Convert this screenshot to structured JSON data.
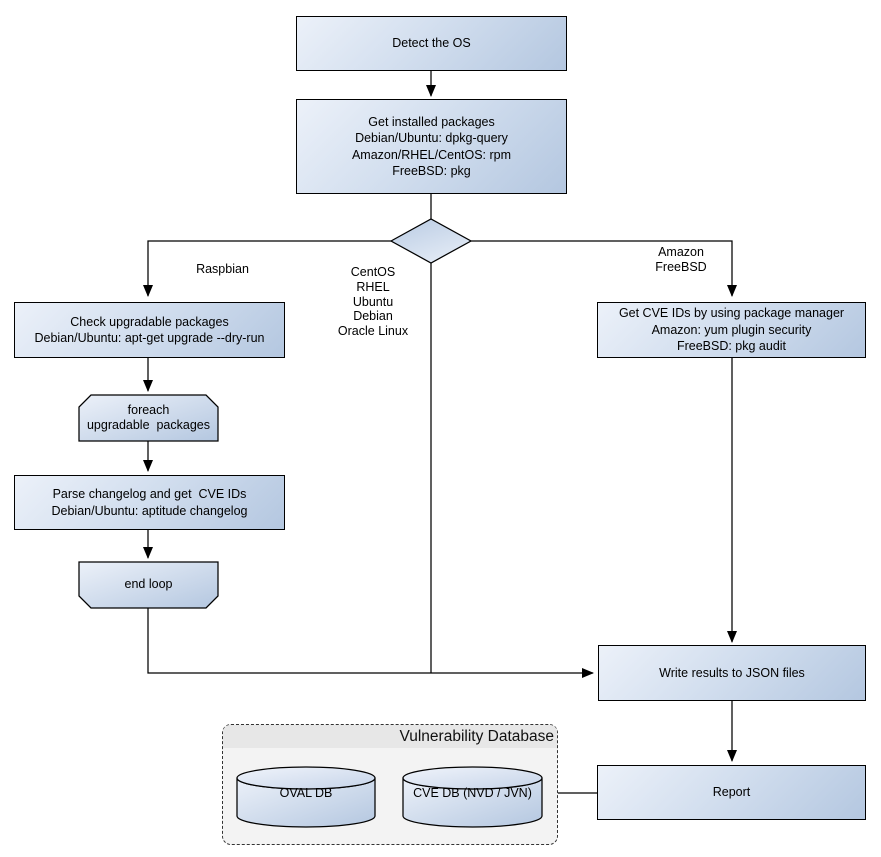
{
  "nodes": {
    "detect_os": {
      "lines": [
        "Detect the OS"
      ]
    },
    "get_installed_packages": {
      "lines": [
        "Get installed packages",
        "Debian/Ubuntu: dpkg-query",
        "Amazon/RHEL/CentOS: rpm",
        "FreeBSD: pkg"
      ]
    },
    "check_upgradable": {
      "lines": [
        "Check upgradable packages",
        "Debian/Ubuntu: apt-get upgrade --dry-run"
      ]
    },
    "foreach_loop": {
      "lines": [
        "foreach",
        "upgradable  packages"
      ]
    },
    "parse_changelog": {
      "lines": [
        "Parse changelog and get  CVE IDs",
        "Debian/Ubuntu: aptitude changelog"
      ]
    },
    "end_loop": {
      "lines": [
        "end loop"
      ]
    },
    "get_cve_ids": {
      "lines": [
        "Get CVE IDs by using package manager",
        "Amazon: yum plugin security",
        "FreeBSD: pkg audit"
      ]
    },
    "write_results": {
      "lines": [
        "Write results to JSON files"
      ]
    },
    "report": {
      "lines": [
        "Report"
      ]
    },
    "oval_db": {
      "label": "OVAL DB"
    },
    "cve_db": {
      "label": "CVE DB (NVD / JVN)"
    },
    "vulndb_container": {
      "title": "Vulnerability Database"
    }
  },
  "edge_labels": {
    "left_branch": "Raspbian",
    "middle_branch": [
      "CentOS",
      "RHEL",
      "Ubuntu",
      "Debian",
      "Oracle Linux"
    ],
    "right_branch": [
      "Amazon",
      "FreeBSD"
    ]
  },
  "colors": {
    "node_fill_light": "#ecf1f9",
    "node_fill_dark": "#b4c7e0",
    "line": "#000000",
    "container_fill": "#f3f3f3",
    "container_header_fill": "#e7e7e7"
  }
}
